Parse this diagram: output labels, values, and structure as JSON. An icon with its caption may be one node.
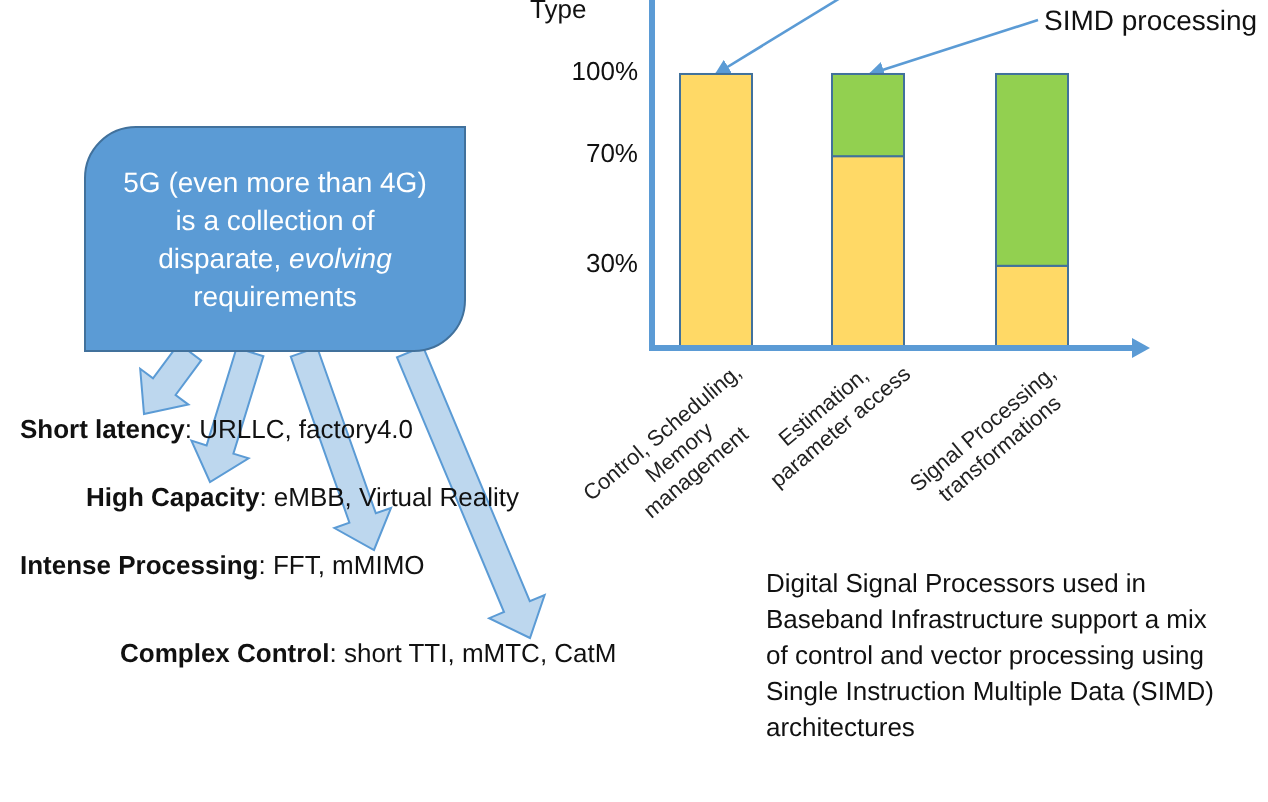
{
  "diagram": {
    "nodes": [
      {
        "text": [
          "5G (even more than 4G) is a collection of disparate, *evolving* requirements"
        ]
      },
      {
        "text": [
          "**Short latency**: URLLC, factory4.0"
        ]
      },
      {
        "text": [
          "**High Capacity**: eMBB, Virtual Reality"
        ]
      },
      {
        "text": [
          "**Intense Processing**: FFT, mMIMO"
        ]
      },
      {
        "text": [
          "**Complex Control**: short TTI, mMTC, CatM"
        ]
      },
      {
        "text": [
          "SIMD processing"
        ]
      },
      {
        "text": [],
        "shape": "bar"
      },
      {
        "text": [],
        "shape": "bar"
      }
    ],
    "edges": [
      {
        "from": 0,
        "to": 1,
        "arrow": "to"
      },
      {
        "from": 0,
        "to": 2,
        "arrow": "to"
      },
      {
        "from": 0,
        "to": 3,
        "arrow": "to"
      },
      {
        "from": 0,
        "to": 4,
        "arrow": "to"
      },
      {
        "from": null,
        "to": 6,
        "arrow": "to"
      },
      {
        "from": 5,
        "to": 7,
        "arrow": "to"
      }
    ],
    "labels": [
      "Type",
      "Digital Signal Processors used in Baseband Infrastructure support a mix of control and vector processing using Single Instruction Multiple Data (SIMD) architectures"
    ],
    "chart_data": {
      "type": "bar",
      "stacked": true,
      "categories": [
        "Control, Scheduling, Memory management",
        "Estimation, parameter access",
        "Signal Processing, transformations"
      ],
      "series": [
        {
          "color": "#ffd966",
          "values": [
            100,
            70,
            30
          ]
        },
        {
          "color": "#92d050",
          "values": [
            0,
            30,
            70
          ]
        }
      ],
      "ylim": [
        0,
        127
      ],
      "yticks": [
        {
          "value": 30,
          "label": "30%"
        },
        {
          "value": 70,
          "label": "70%"
        },
        {
          "value": 100,
          "label": "100%"
        }
      ]
    }
  }
}
